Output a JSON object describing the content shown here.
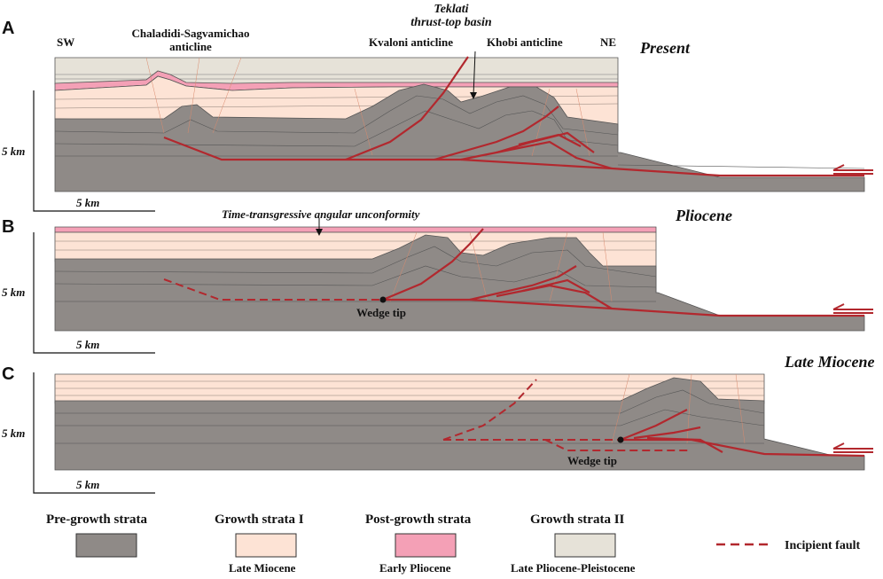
{
  "colors": {
    "pre_growth": "#8f8a87",
    "growth_I": "#fde3d5",
    "post_growth": "#f4a0b6",
    "growth_II": "#e6e2d8",
    "fault": "#b2282e",
    "layer_line": "#4a4a4a"
  },
  "panels": {
    "a": {
      "letter": "A",
      "stage": "Present",
      "sw": "SW",
      "ne": "NE",
      "chala_line1": "Chaladidi-Sagvamichao",
      "chala_line2": "anticline",
      "kvaloni": "Kvaloni anticline",
      "khobi": "Khobi anticline",
      "teklati_line1": "Teklati",
      "teklati_line2": "thrust-top basin",
      "vscale": "5 km",
      "hscale": "5 km"
    },
    "b": {
      "letter": "B",
      "stage": "Pliocene",
      "unconformity": "Time-transgressive angular unconformity",
      "wedge": "Wedge tip",
      "vscale": "5 km",
      "hscale": "5 km"
    },
    "c": {
      "letter": "C",
      "stage": "Late Miocene",
      "wedge": "Wedge tip",
      "vscale": "5 km",
      "hscale": "5 km"
    }
  },
  "legend": {
    "pre_growth_title": "Pre-growth strata",
    "growth1_title": "Growth strata I",
    "growth1_sub": "Late Miocene",
    "post_growth_title": "Post-growth strata",
    "post_growth_sub": "Early Pliocene",
    "growth2_title": "Growth strata II",
    "growth2_sub": "Late Pliocene-Pleistocene",
    "incipient": "Incipient fault"
  }
}
